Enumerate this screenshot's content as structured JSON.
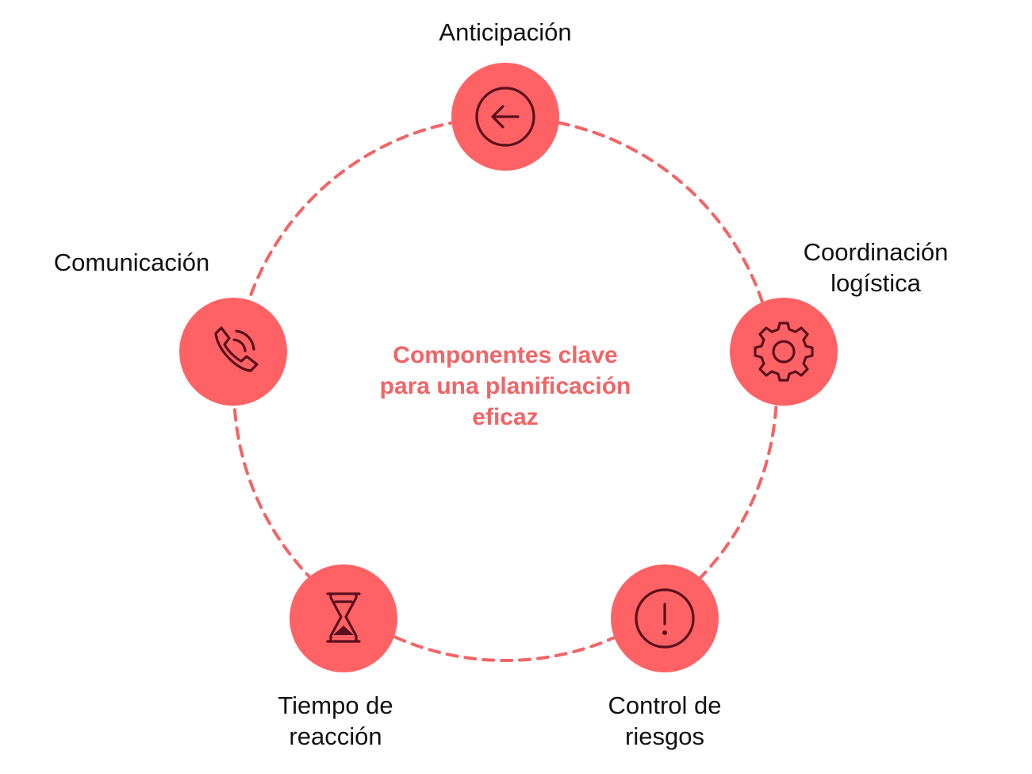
{
  "center": {
    "title_lines": [
      "Componentes clave",
      "para una planificación",
      "eficaz"
    ]
  },
  "nodes": [
    {
      "id": "anticipacion",
      "label_lines": [
        "Anticipación"
      ],
      "icon": "arrow-left-circle-icon"
    },
    {
      "id": "coordinacion-logistica",
      "label_lines": [
        "Coordinación",
        "logística"
      ],
      "icon": "gear-icon"
    },
    {
      "id": "control-de-riesgos",
      "label_lines": [
        "Control de",
        "riesgos"
      ],
      "icon": "exclamation-circle-icon"
    },
    {
      "id": "tiempo-de-reaccion",
      "label_lines": [
        "Tiempo de",
        "reacción"
      ],
      "icon": "hourglass-icon"
    },
    {
      "id": "comunicacion",
      "label_lines": [
        "Comunicación"
      ],
      "icon": "phone-ringing-icon"
    }
  ],
  "colors": {
    "accent": "#ff6264",
    "ring": "#f26465",
    "icon": "#5a0f1c",
    "center_text": "#f26465",
    "label_text": "#111111"
  }
}
